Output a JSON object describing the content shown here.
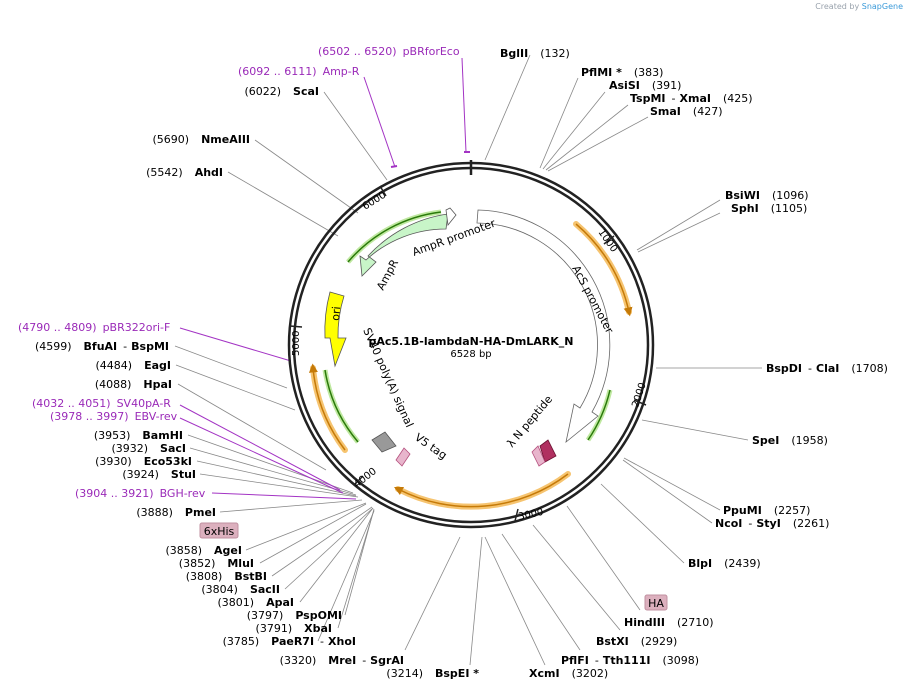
{
  "credit": {
    "prefix": "Created by",
    "brand": "SnapGene"
  },
  "plasmid": {
    "name": "pAc5.1B-lambdaN-HA-DmLARK_N",
    "size": "6528 bp"
  },
  "ticks": [
    "1000",
    "2000",
    "3000",
    "4000",
    "5000",
    "6000"
  ],
  "features": [
    {
      "label": "AmpR"
    },
    {
      "label": "AmpR promoter"
    },
    {
      "label": "AcS promoter"
    },
    {
      "label": "ori"
    },
    {
      "label": "SV40 poly(A) signal"
    },
    {
      "label": "V5 tag"
    },
    {
      "label": "λ N peptide"
    }
  ],
  "boxed_labels": [
    {
      "label": "HA"
    },
    {
      "label": "6xHis"
    }
  ],
  "sites": [
    {
      "name": "BglII",
      "pos": "(132)"
    },
    {
      "name": "PflMI *",
      "pos": "(383)"
    },
    {
      "name": "AsiSI",
      "pos": "(391)"
    },
    {
      "name": "TspMI",
      "name2": "XmaI",
      "pos": "(425)"
    },
    {
      "name": "SmaI",
      "pos": "(427)"
    },
    {
      "name": "BsiWI",
      "pos": "(1096)"
    },
    {
      "name": "SphI",
      "pos": "(1105)"
    },
    {
      "name": "BspDI",
      "name2": "ClaI",
      "pos": "(1708)"
    },
    {
      "name": "SpeI",
      "pos": "(1958)"
    },
    {
      "name": "PpuMI",
      "pos": "(2257)"
    },
    {
      "name": "NcoI",
      "name2": "StyI",
      "pos": "(2261)"
    },
    {
      "name": "BlpI",
      "pos": "(2439)"
    },
    {
      "name": "HindIII",
      "pos": "(2710)"
    },
    {
      "name": "BstXI",
      "pos": "(2929)"
    },
    {
      "name": "PflFI",
      "name2": "Tth111I",
      "pos": "(3098)"
    },
    {
      "name": "XcmI",
      "pos": "(3202)"
    },
    {
      "name": "BspEI *",
      "pos": "(3214)"
    },
    {
      "name": "MreI",
      "name2": "SgrAI",
      "pos": "(3320)"
    },
    {
      "name": "PaeR7I",
      "name2": "XhoI",
      "pos": "(3785)"
    },
    {
      "name": "XbaI",
      "pos": "(3791)"
    },
    {
      "name": "PspOMI",
      "pos": "(3797)"
    },
    {
      "name": "ApaI",
      "pos": "(3801)"
    },
    {
      "name": "SacII",
      "pos": "(3804)"
    },
    {
      "name": "BstBI",
      "pos": "(3808)"
    },
    {
      "name": "MluI",
      "pos": "(3852)"
    },
    {
      "name": "AgeI",
      "pos": "(3858)"
    },
    {
      "name": "PmeI",
      "pos": "(3888)"
    },
    {
      "name": "StuI",
      "pos": "(3924)"
    },
    {
      "name": "Eco53kI",
      "pos": "(3930)"
    },
    {
      "name": "SacI",
      "pos": "(3932)"
    },
    {
      "name": "BamHI",
      "pos": "(3953)"
    },
    {
      "name": "HpaI",
      "pos": "(4088)"
    },
    {
      "name": "EagI",
      "pos": "(4484)"
    },
    {
      "name": "BfuAI",
      "name2": "BspMI",
      "pos": "(4599)"
    },
    {
      "name": "AhdI",
      "pos": "(5542)"
    },
    {
      "name": "NmeAIII",
      "pos": "(5690)"
    },
    {
      "name": "ScaI",
      "pos": "(6022)"
    }
  ],
  "primers": [
    {
      "range": "(6502 .. 6520)",
      "name": "pBRforEco"
    },
    {
      "range": "(6092 .. 6111)",
      "name": "Amp-R"
    },
    {
      "range": "(4790 .. 4809)",
      "name": "pBR322ori-F"
    },
    {
      "range": "(4032 .. 4051)",
      "name": "SV40pA-R"
    },
    {
      "range": "(3978 .. 3997)",
      "name": "EBV-rev"
    },
    {
      "range": "(3904 .. 3921)",
      "name": "BGH-rev"
    }
  ],
  "colors": {
    "backbone": "#222222",
    "orf_halo": "#f6c470",
    "orf_arrow": "#c57a08",
    "ampr_fill": "#c8f5c8",
    "ori_fill": "#ffff00",
    "primer": "#a334c4",
    "tag_pink": "#b5507e",
    "lambda_fill": "#b03060",
    "polyA_fill": "#999999",
    "box_fill": "#dcb0be"
  }
}
